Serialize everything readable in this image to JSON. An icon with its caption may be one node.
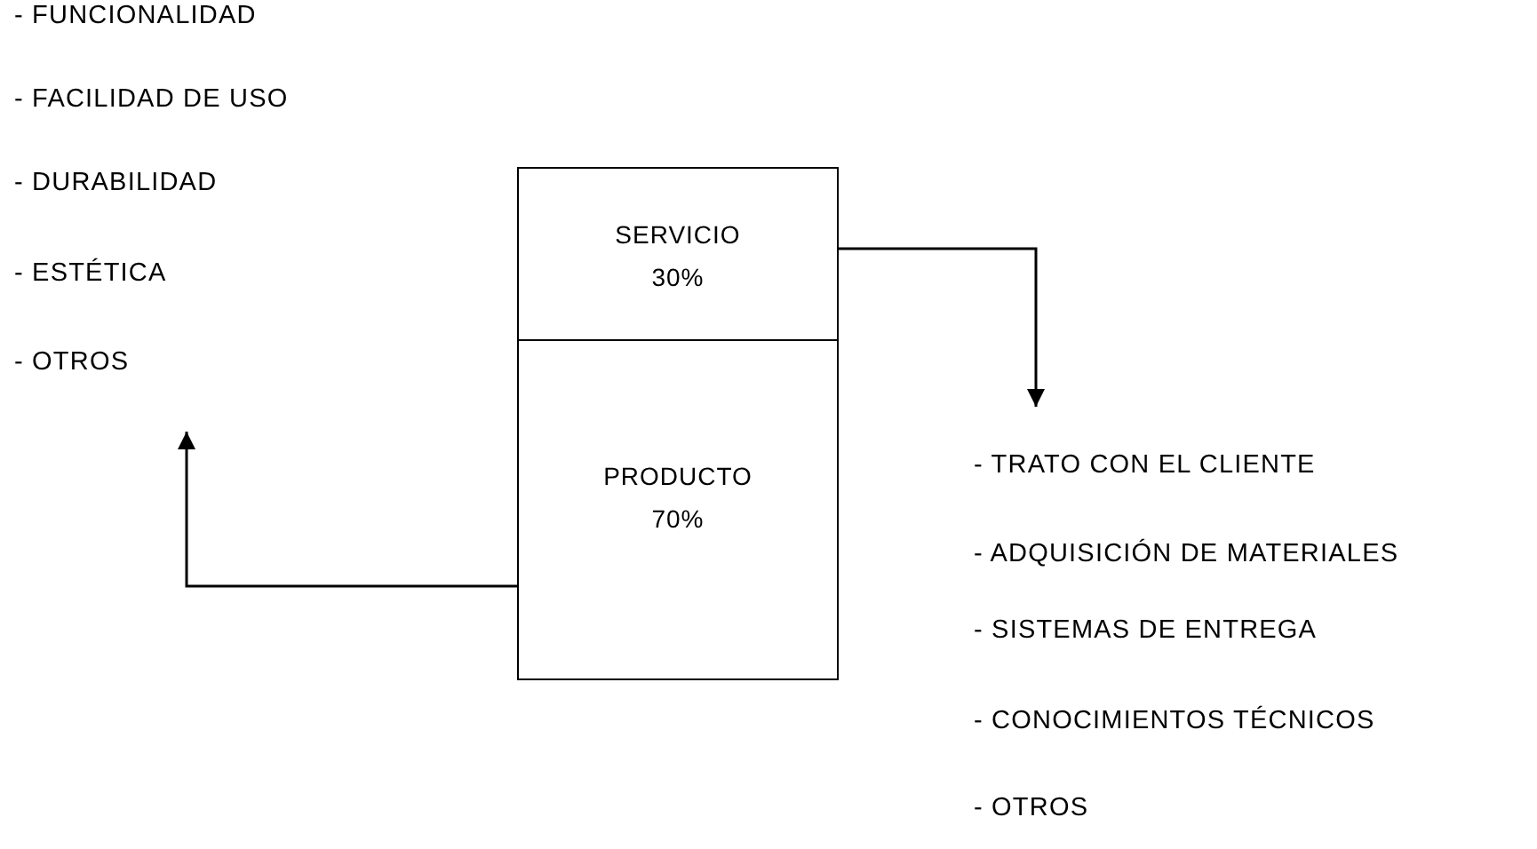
{
  "diagram": {
    "nodes": [
      {
        "text": [
          "SERVICIO 30%"
        ]
      },
      {
        "text": [
          "PRODUCTO 70%"
        ]
      },
      {
        "text": [
          "- FUNCIONALIDAD",
          "- FACILIDAD DE USO",
          "- DURABILIDAD",
          "- ESTÉTICA",
          "- OTROS"
        ]
      },
      {
        "text": [
          "- TRATO CON EL CLIENTE",
          "- ADQUISICIÓN DE MATERIALES",
          "- SISTEMAS DE ENTREGA",
          "- CONOCIMIENTOS TÉCNICOS",
          "- OTROS"
        ]
      }
    ],
    "edges": [
      {
        "from": 1,
        "to": 2,
        "arrow": "to"
      },
      {
        "from": 0,
        "to": 3,
        "arrow": "to"
      }
    ]
  }
}
